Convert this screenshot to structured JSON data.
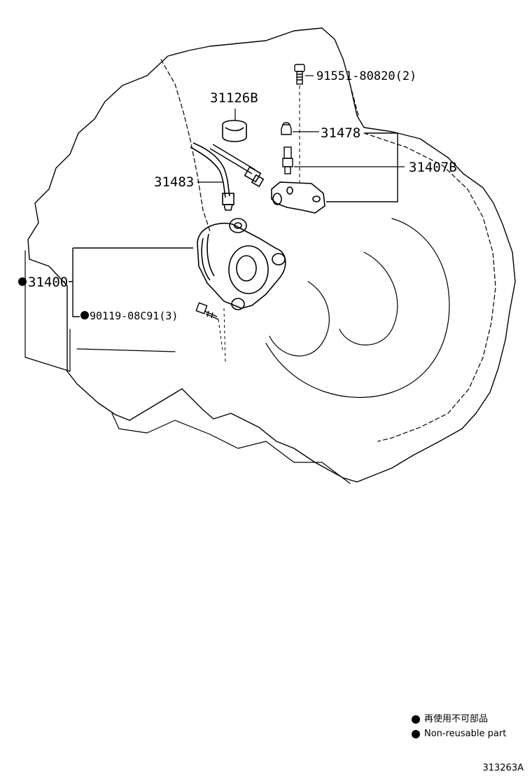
{
  "callouts": {
    "bolt_top": "91551-80820(2)",
    "cap": "31126B",
    "plug": "31478",
    "bleeder": "31407B",
    "tube": "31483",
    "release_cylinder": "31400",
    "bolt_lower": "90119-08C91(3)"
  },
  "legend": {
    "jp": "再使用不可部品",
    "en": "Non-reusable part"
  },
  "diagram_code": "313263A"
}
